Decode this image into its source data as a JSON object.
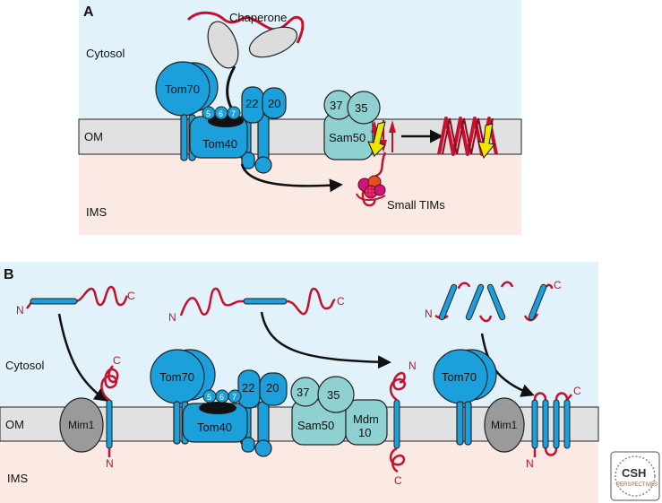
{
  "panelA": {
    "label": "A",
    "cytosol": "Cytosol",
    "om": "OM",
    "ims": "IMS",
    "chaperone": "Chaperone",
    "tom70": "Tom70",
    "tom40": "Tom40",
    "tom22": "22",
    "tom20": "20",
    "tom5": "5",
    "tom6": "6",
    "tom7": "7",
    "sam37": "37",
    "sam35": "35",
    "sam50": "Sam50",
    "small_tims": "Small TIMs"
  },
  "panelB": {
    "label": "B",
    "cytosol": "Cytosol",
    "om": "OM",
    "ims": "IMS",
    "mim1_left": "Mim1",
    "mim1_right": "Mim1",
    "tom70_left": "Tom70",
    "tom70_right": "Tom70",
    "tom40": "Tom40",
    "tom22": "22",
    "tom20": "20",
    "tom5": "5",
    "tom6": "6",
    "tom7": "7",
    "sam37": "37",
    "sam35": "35",
    "sam50": "Sam50",
    "mdm": "Mdm",
    "mdm10": "10",
    "n": "N",
    "c": "C"
  },
  "logo": {
    "line1": "CSH",
    "line2": "PERSPECTIVES"
  },
  "colors": {
    "cytosol": "#e2f2fa",
    "ims": "#fbe9e4",
    "membrane": "#e1e1e1",
    "tom": "#1ba0dc",
    "sam": "#8fd0d0",
    "chain": "#c8102e",
    "arrow_yellow": "#f2e600",
    "mim1": "#9a9a9a",
    "small_tims_pink": "#d4147a",
    "small_tims_orange": "#e84e1b"
  }
}
